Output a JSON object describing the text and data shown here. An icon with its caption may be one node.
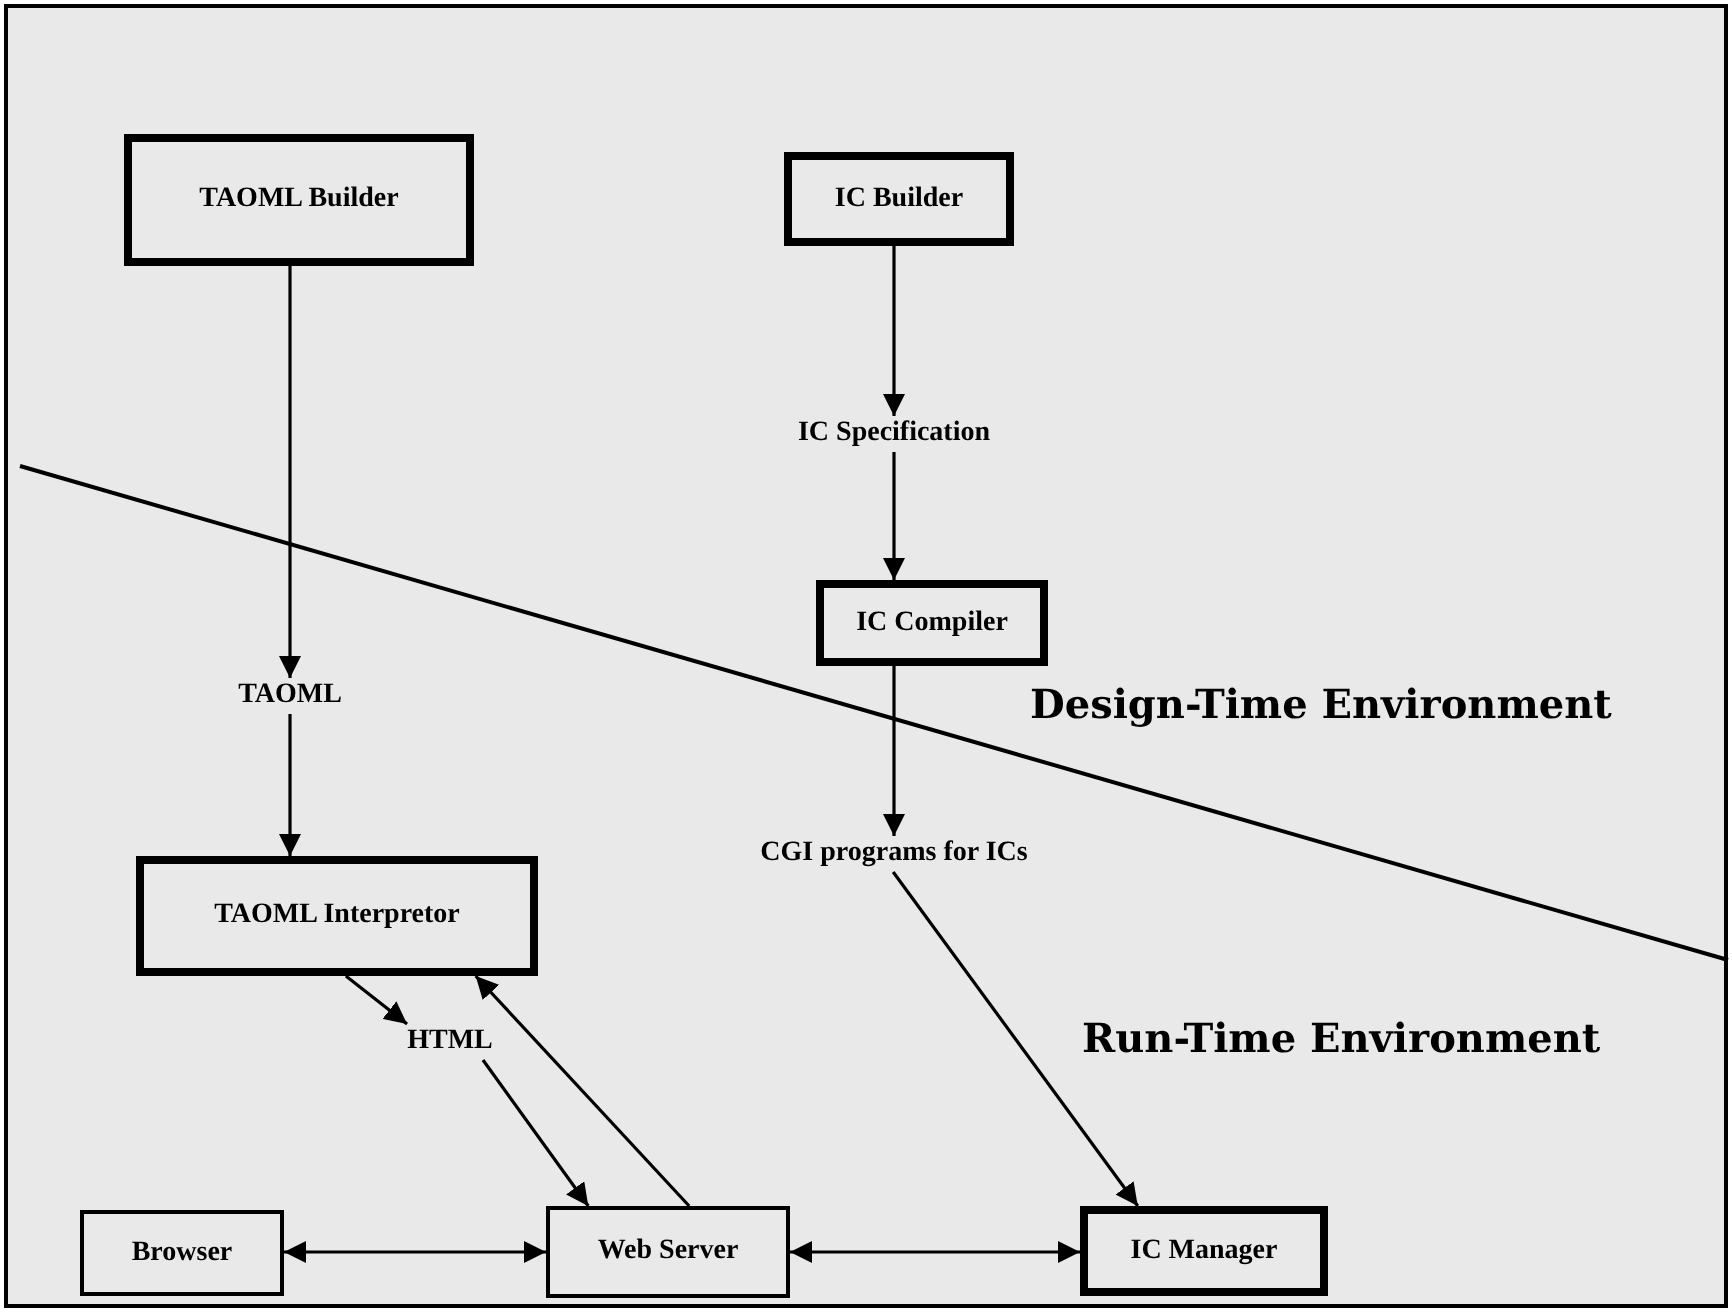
{
  "diagram": {
    "nodes": [
      {
        "text": [
          "TAOML Builder"
        ]
      },
      {
        "text": [
          "IC Builder"
        ]
      },
      {
        "text": [
          "IC Specification"
        ]
      },
      {
        "text": [
          "IC Compiler"
        ]
      },
      {
        "text": [
          "TAOML"
        ]
      },
      {
        "text": [
          "TAOML Interpretor"
        ]
      },
      {
        "text": [
          "CGI programs for ICs"
        ]
      },
      {
        "text": [
          "HTML"
        ]
      },
      {
        "text": [
          "Browser"
        ]
      },
      {
        "text": [
          "Web Server"
        ]
      },
      {
        "text": [
          "IC Manager"
        ]
      }
    ],
    "edges": [
      {
        "from": 0,
        "to": 4,
        "arrow": "to"
      },
      {
        "from": 4,
        "to": 5,
        "arrow": "to"
      },
      {
        "from": 1,
        "to": 2,
        "arrow": "to"
      },
      {
        "from": 2,
        "to": 3,
        "arrow": "to"
      },
      {
        "from": 3,
        "to": 6,
        "arrow": "to"
      },
      {
        "from": 6,
        "to": 10,
        "arrow": "to"
      },
      {
        "from": 5,
        "to": 7,
        "arrow": "to"
      },
      {
        "from": 7,
        "to": 9,
        "arrow": "to"
      },
      {
        "from": 9,
        "to": 5,
        "arrow": "to"
      },
      {
        "from": 8,
        "to": 9,
        "arrow": "both"
      },
      {
        "from": 9,
        "to": 10,
        "arrow": "both"
      }
    ],
    "labels": [
      "Design-Time Environment",
      "Run-Time Environment"
    ]
  }
}
